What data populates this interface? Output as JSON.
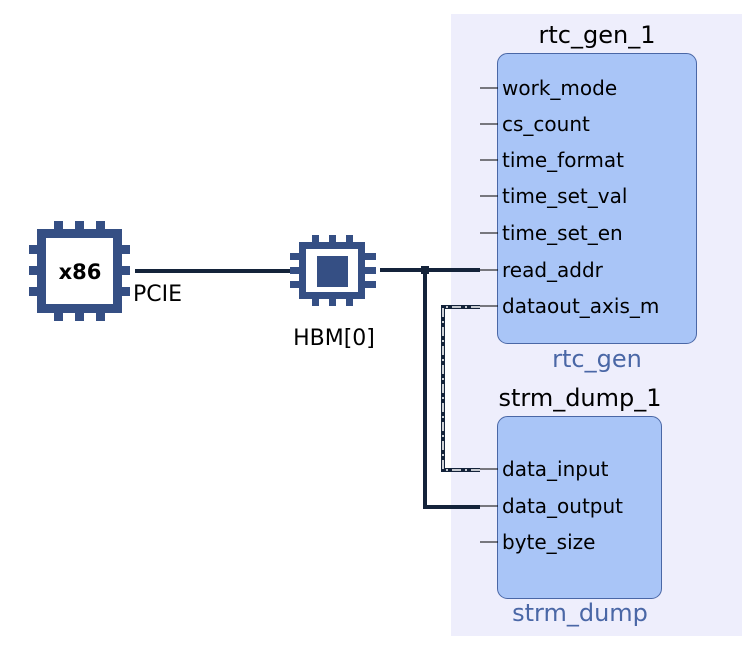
{
  "diagram": {
    "host": {
      "label": "x86",
      "link_label": "PCIE"
    },
    "memory": {
      "label": "HBM[0]"
    },
    "blocks": [
      {
        "instance": "rtc_gen_1",
        "type": "rtc_gen",
        "ports": [
          "work_mode",
          "cs_count",
          "time_format",
          "time_set_val",
          "time_set_en",
          "read_addr",
          "dataout_axis_m"
        ]
      },
      {
        "instance": "strm_dump_1",
        "type": "strm_dump",
        "ports": [
          "data_input",
          "data_output",
          "byte_size"
        ]
      }
    ],
    "colors": {
      "chip": "#354f84",
      "region_bg": "#eeeefc",
      "block_fill": "#a9c5f7",
      "block_stroke": "#4a67a6",
      "wire": "#14233a",
      "type_label": "#4a67a6"
    }
  }
}
